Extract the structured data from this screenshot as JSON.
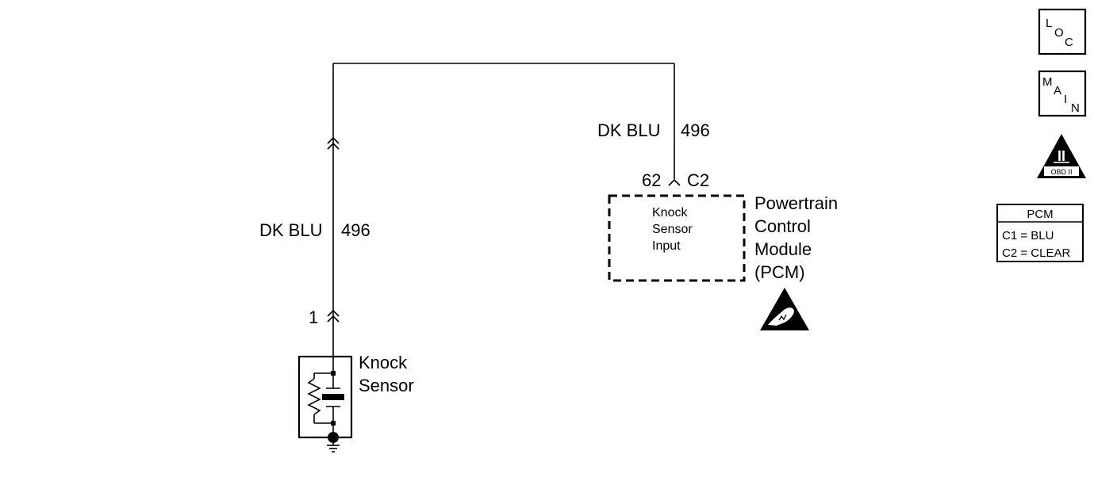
{
  "wires": {
    "left_label": "DK BLU",
    "left_circuit": "496",
    "right_label": "DK BLU",
    "right_circuit": "496"
  },
  "sensor": {
    "pin": "1",
    "title_line1": "Knock",
    "title_line2": "Sensor"
  },
  "pcm": {
    "pin": "62",
    "connector": "C2",
    "input_line1": "Knock",
    "input_line2": "Sensor",
    "input_line3": "Input",
    "title_line1": "Powertrain",
    "title_line2": "Control",
    "title_line3": "Module",
    "title_line4": "(PCM)"
  },
  "nav_icons": {
    "loc": {
      "l1": "L",
      "l2": "O",
      "l3": "C"
    },
    "main": {
      "l1": "M",
      "l2": "A",
      "l3": "I",
      "l4": "N"
    },
    "obd": {
      "roman": "II",
      "caption": "OBD II"
    }
  },
  "legend": {
    "title": "PCM",
    "row1": "C1 = BLU",
    "row2": "C2 = CLEAR"
  },
  "esd_icon": "esd-sensitive-icon"
}
